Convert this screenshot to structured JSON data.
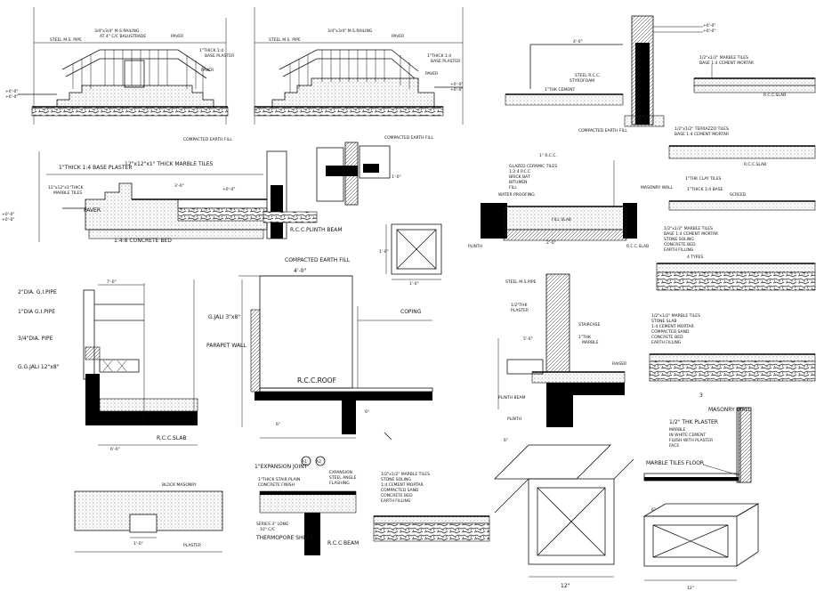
{
  "labels": {
    "gi_pipe_2": "2\"DIA. G.I.PIPE",
    "gi_pipe_1": "1\"DIA G.I.PIPE",
    "gi_pipe_34": "3/4\"DIA. PIPE",
    "ggjali": "G.G.JALI 12\"x8\"",
    "rcc_slab": "R.C.C.SLAB",
    "gjali": "G.JALI 3\"x8\"",
    "parapet_wall": "PARAPET WALL",
    "rcc_roof": "R.C.C.ROOF",
    "coping": "COPING",
    "plinth_beam": "R.C.C.PLINTH BEAM",
    "compacted_earth": "COMPACTED EARTH FILL",
    "concrete_bed": "1:4:8 CONCRETE BED",
    "marble_tiles": "12\"x12\"x1\" THICK MARBLE TILES",
    "base_plaster": "1\"THICK 1:4 BASE PLASTER",
    "masonry_wall": "MASONRY WALL",
    "half_plaster": "1/2\" THK PLASTER",
    "marble_floor": "MARBLE TILES FLOOR",
    "marble_note": "MARBLE IN WHITE CEMENT FLUSH WITH PLASTER FACE",
    "expansion_joint": "1\"EXPANSION JOINT",
    "rc_beam": "R.C.C BEAM",
    "thermopore": "THERMOPORE SHEET",
    "plinth": "PLINTH",
    "dim_12": "12\"",
    "dim_1_0": "1'-0\"",
    "dim_4_0": "4'-0\"",
    "dim_7_0": "7'-0\"",
    "dim_6_0": "6'-0\"",
    "paver": "PAVER",
    "nm_a": "A1",
    "nm_b": "A2",
    "num_3": "3"
  },
  "colors": {
    "ink": "#111111",
    "fill": "#000000",
    "paper": "#ffffff"
  }
}
